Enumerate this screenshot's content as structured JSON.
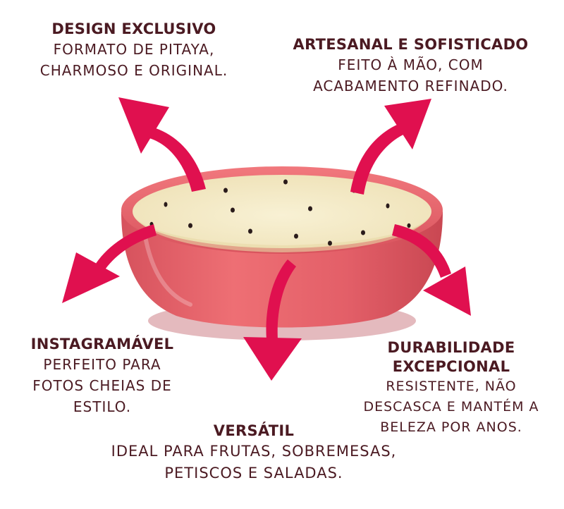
{
  "features": {
    "design": {
      "title": "DESIGN EXCLUSIVO",
      "desc": "FORMATO DE PITAYA,\nCHARMOSO E ORIGINAL."
    },
    "artesanal": {
      "title": "ARTESANAL E SOFISTICADO",
      "desc": "FEITO À MÃO, COM\nACABAMENTO REFINADO."
    },
    "instagramavel": {
      "title": "INSTAGRAMÁVEL",
      "desc": "PERFEITO PARA\nFOTOS CHEIAS DE\nESTILO."
    },
    "durabilidade": {
      "title": "DURABILIDADE\nEXCEPCIONAL",
      "desc": "RESISTENTE, NÃO\nDESCASCA E MANTÉM A\nBELEZA POR ANOS."
    },
    "versatil": {
      "title": "VERSÁTIL",
      "desc": "IDEAL PARA FRUTAS, SOBREMESAS,\nPETISCOS E SALADAS."
    }
  },
  "colors": {
    "text": "#4b1a22",
    "arrow": "#e0104f",
    "bowl_outer": "#e8626a",
    "bowl_inner": "#f6efcf",
    "seed": "#2a1b1b"
  }
}
